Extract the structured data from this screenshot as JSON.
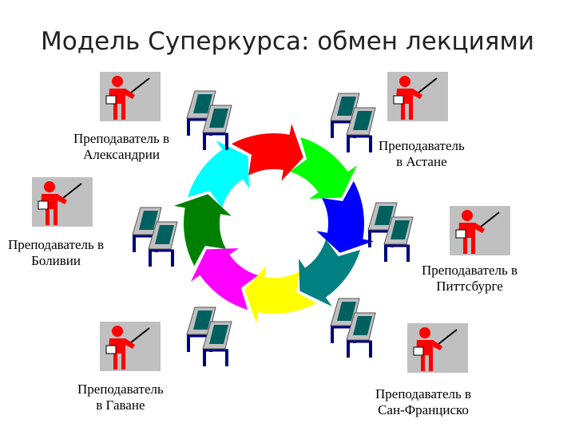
{
  "title": "Модель Суперкурса: обмен лекциями",
  "teachers": [
    {
      "line1": "Преподаватель в",
      "line2": "Александрии"
    },
    {
      "line1": "Преподаватель",
      "line2": "в Астане"
    },
    {
      "line1": "Преподаватель в",
      "line2": "Боливии"
    },
    {
      "line1": "Преподаватель в",
      "line2": "Питтсбурге"
    },
    {
      "line1": "Преподаватель",
      "line2": "в Гаване"
    },
    {
      "line1": "Преподаватель в",
      "line2": "Сан-Франциско"
    }
  ],
  "colors": {
    "cycle": [
      "#ff0000",
      "#00ff00",
      "#0000ff",
      "#008080",
      "#ffff00",
      "#ff00ff",
      "#008000",
      "#00ffff"
    ],
    "teacher": "#ff0000",
    "box": "#c0c0c0"
  }
}
